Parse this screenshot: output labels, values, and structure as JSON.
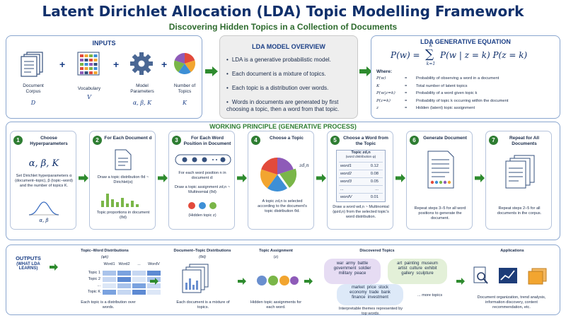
{
  "title": "Latent Dirichlet Allocation (LDA) Topic Modelling Framework",
  "subtitle": "Discovering Hidden Topics in a Collection of Documents",
  "inputs": {
    "header": "INPUTS",
    "items": [
      {
        "label": "Document Corpus",
        "symbol": "D"
      },
      {
        "label": "Vocabulary",
        "symbol": "V"
      },
      {
        "label": "Model Parameters",
        "symbol": "α, β, K"
      },
      {
        "label": "Number of Topics",
        "symbol": "K"
      }
    ]
  },
  "overview": {
    "header": "LDA MODEL OVERVIEW",
    "bullets": [
      "LDA is a generative probabilistic model.",
      "Each document is a mixture of topics.",
      "Each topic is a distribution over words.",
      "Words in documents are generated by first choosing a topic, then a word from that topic."
    ]
  },
  "equation": {
    "header": "LDA GENERATIVE EQUATION",
    "formula_left": "P(w) =",
    "formula_right": "P(w | z = k) P(z = k)",
    "sum_top": "K",
    "sum_bottom": "k=1",
    "where": "Where:",
    "defs": [
      {
        "sym": "P(w)",
        "desc": "Probability of observing a word in a document"
      },
      {
        "sym": "K",
        "desc": "Total number of latent topics"
      },
      {
        "sym": "P(w|z=k)",
        "desc": "Probability of a word given topic k"
      },
      {
        "sym": "P(z=k)",
        "desc": "Probability of topic k occurring within the document"
      },
      {
        "sym": "z",
        "desc": "Hidden (latent) topic assignment"
      }
    ]
  },
  "working": {
    "header": "WORKING PRINCIPLE (GENERATIVE PROCESS)",
    "steps": [
      {
        "num": "1",
        "title": "Choose Hyperparameters",
        "big": "α, β, K",
        "text": "Set Dirichlet hyperparameters α (document–topic), β (topic–word) and the number of topics K.",
        "foot": "α, β"
      },
      {
        "num": "2",
        "title": "For Each Document d",
        "text1": "Draw a topic distribution θd ~ Dirichlet(α)",
        "text2": "Topic proportions in document (θd)"
      },
      {
        "num": "3",
        "title": "For Each Word Position in Document",
        "text1": "For each word position n in document d:",
        "text2": "Draw a topic assignment zd,n ~ Multinomial (θd)",
        "text3": "(Hidden topic z)"
      },
      {
        "num": "4",
        "title": "Choose a Topic",
        "zlabel": "zd,n",
        "text": "A topic zd,n is selected according to the document's topic distribution θd."
      },
      {
        "num": "5",
        "title": "Choose a Word from the Topic",
        "table_title": "Topic zd,n",
        "table_sub": "(word distribution φ)",
        "rows": [
          {
            "w": "word1",
            "p": "0.12"
          },
          {
            "w": "word2",
            "p": "0.08"
          },
          {
            "w": "word3",
            "p": "0.05"
          },
          {
            "w": "...",
            "p": "..."
          },
          {
            "w": "wordV",
            "p": "0.01"
          }
        ],
        "text": "Draw a word wd,n ~ Multinomial (φzd,n) from the selected topic's word distribution."
      },
      {
        "num": "6",
        "title": "Generate Document",
        "text": "Repeat steps 3–5 for all word positions to generate the document."
      },
      {
        "num": "7",
        "title": "Repeat for All Documents",
        "text": "Repeat steps 2–5 for all documents in the corpus."
      }
    ]
  },
  "outputs": {
    "header": "OUTPUTS",
    "subheader": "(WHAT LDA LEARNS)",
    "tw": {
      "title": "Topic–Word Distributions",
      "sym": "(φk)",
      "cols": [
        "Word1",
        "Word2",
        "...",
        "WordV"
      ],
      "rows": [
        "Topic 1",
        "Topic 2",
        "...",
        "Topic K"
      ],
      "caption": "Each topic is a distribution over words."
    },
    "dt": {
      "title": "Document–Topic Distributions",
      "sym": "(θd)",
      "caption": "Each document is a mixture of topics."
    },
    "ta": {
      "title": "Topic Assignment",
      "sym": "(z)",
      "caption": "Hidden topic assignments for each word."
    },
    "dtopics": {
      "title": "Discovered Topics",
      "t1": [
        "war",
        "army",
        "battle",
        "government",
        "soldier",
        "military",
        "peace"
      ],
      "t2": [
        "art",
        "painting",
        "museum",
        "artist",
        "culture",
        "exhibit",
        "gallery",
        "sculpture"
      ],
      "t3": [
        "market",
        "price",
        "stock",
        "economy",
        "trade",
        "bank",
        "finance",
        "investment"
      ],
      "more": "... more topics",
      "caption": "Interpretable themes represented by top words."
    },
    "apps": {
      "title": "Applications",
      "caption": "Document organization, trend analysis, information discovery, content recommendation, etc."
    }
  },
  "colors": {
    "navy": "#10306b",
    "green": "#2e7d32",
    "blue": "#1b3f86"
  }
}
